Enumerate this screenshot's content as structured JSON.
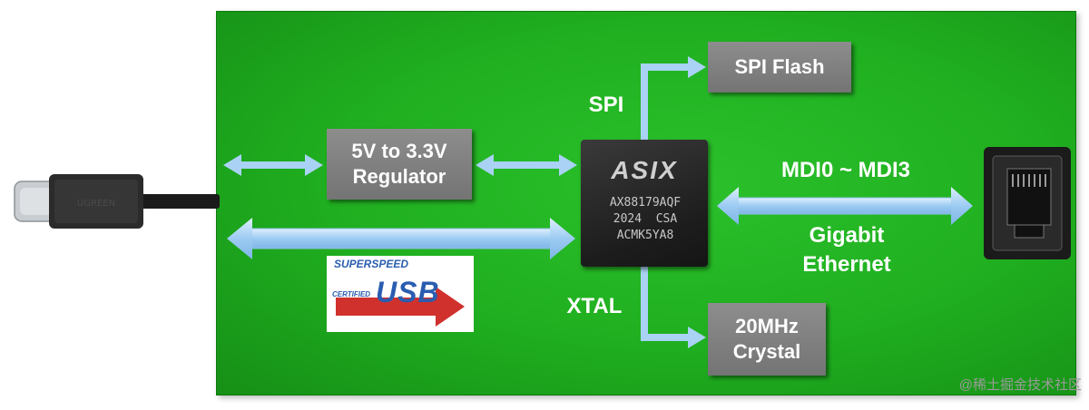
{
  "blocks": {
    "regulator": "5V to 3.3V\nRegulator",
    "spi_flash": "SPI Flash",
    "crystal": "20MHz\nCrystal"
  },
  "chip": {
    "logo": "ASIX",
    "line1": "AX88179AQF",
    "line2": "2024  CSA",
    "line3": "ACMK5YA8"
  },
  "labels": {
    "spi": "SPI",
    "xtal": "XTAL",
    "mdi": "MDI0 ~ MDI3",
    "gigabit": "Gigabit\nEthernet"
  },
  "usb_logo": {
    "superspeed": "SUPERSPEED",
    "certified": "CERTIFIED",
    "usb": "USB"
  },
  "cable_marking": "UGREEN",
  "watermark": "@稀土掘金技术社区",
  "colors": {
    "board": "#1fae1f",
    "arrow": "#9ccbf2",
    "box": "#808080",
    "usb_blue": "#2a5db0",
    "usb_red": "#d0312d"
  }
}
